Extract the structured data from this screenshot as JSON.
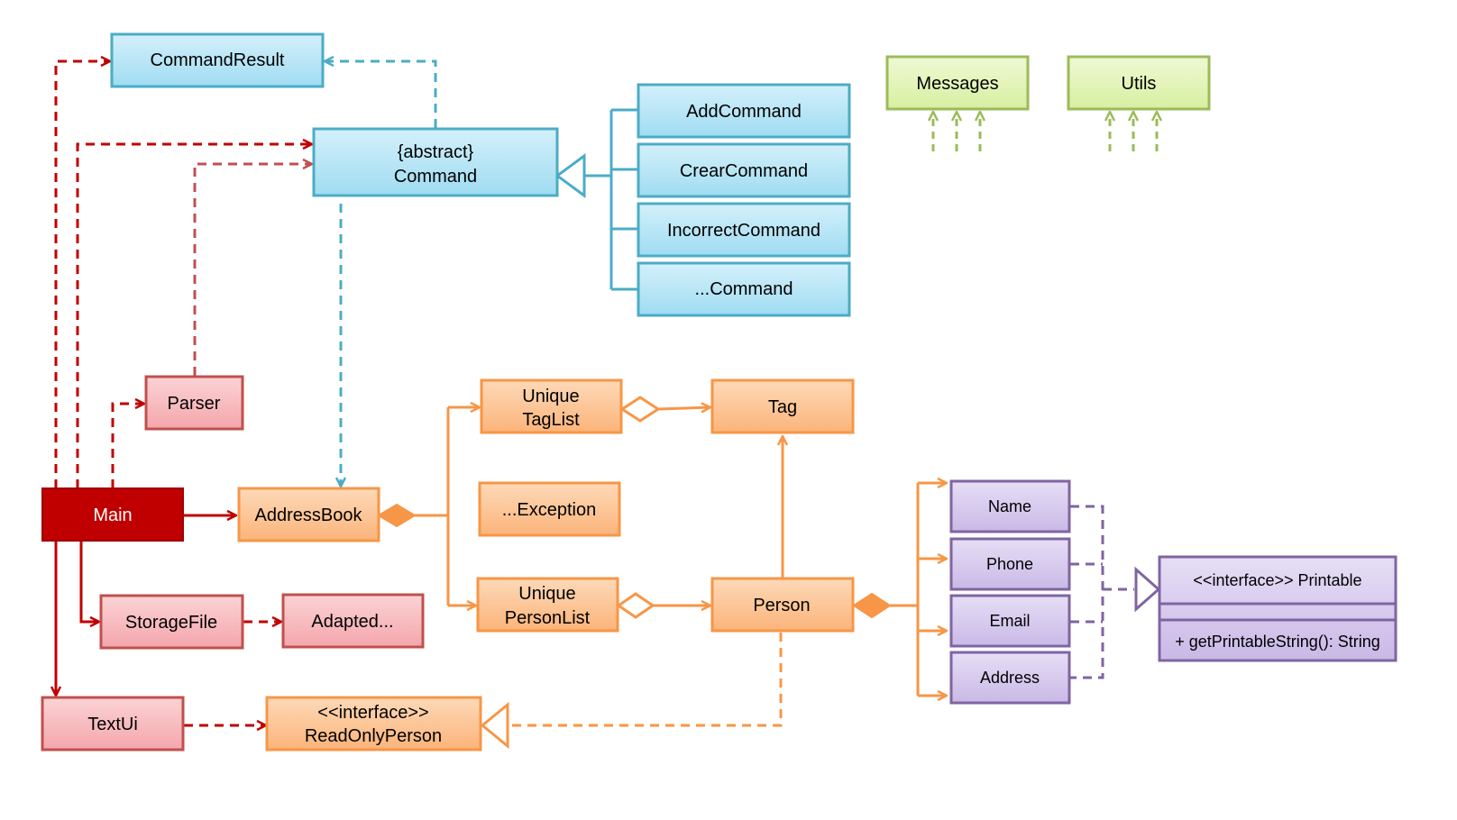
{
  "palette": {
    "blue_fill": "#b7e5f5",
    "blue_stroke": "#4bacc6",
    "red_fill": "#f7b8bd",
    "red_stroke": "#c0504d",
    "main_fill": "#c00000",
    "main_stroke": "#a00000",
    "orange_fill": "#fcc798",
    "orange_stroke": "#f79646",
    "purple_fill": "#d8cdee",
    "purple_stroke": "#8064a2",
    "green_fill": "#e3f4b9",
    "green_stroke": "#9bbb59",
    "dark_red_line": "#c00000"
  },
  "classes": {
    "command_result": "CommandResult",
    "command_abstract": "{abstract}",
    "command": "Command",
    "add_command": "AddCommand",
    "crear_command": "CrearCommand",
    "incorrect_command": "IncorrectCommand",
    "more_command": "...Command",
    "messages": "Messages",
    "utils": "Utils",
    "parser": "Parser",
    "main": "Main",
    "address_book": "AddressBook",
    "unique_tag_list_1": "Unique",
    "unique_tag_list_2": "TagList",
    "tag": "Tag",
    "exception": "...Exception",
    "unique_person_list_1": "Unique",
    "unique_person_list_2": "PersonList",
    "person": "Person",
    "storage_file": "StorageFile",
    "adapted": "Adapted...",
    "text_ui": "TextUi",
    "read_only_person_1": "<<interface>>",
    "read_only_person_2": "ReadOnlyPerson",
    "name": "Name",
    "phone": "Phone",
    "email": "Email",
    "address": "Address",
    "printable_header": "<<interface>> Printable",
    "printable_method": "+ getPrintableString(): String"
  }
}
